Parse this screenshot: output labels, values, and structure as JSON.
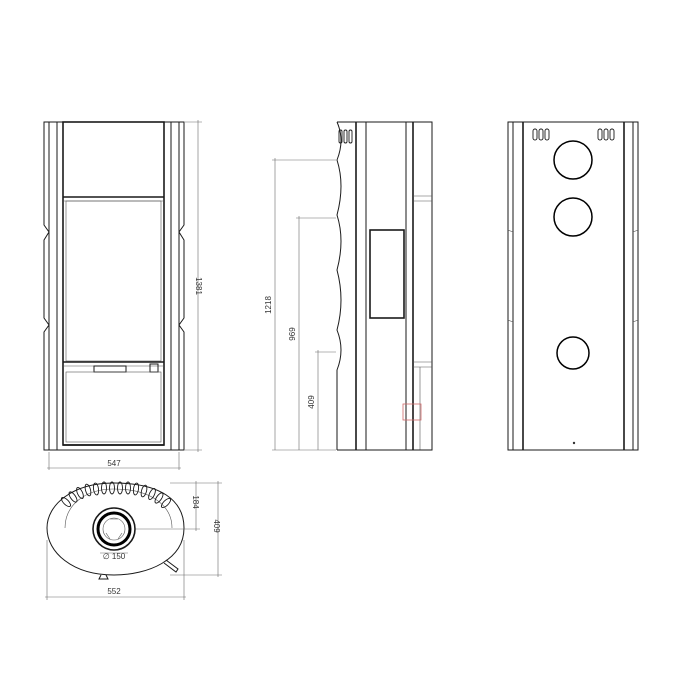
{
  "drawing": {
    "front_width": "547",
    "front_height": "1381",
    "side_dim_1": "1218",
    "side_dim_2": "969",
    "side_dim_3": "409",
    "top_depth_total": "409",
    "top_depth_partial": "184",
    "top_width": "552",
    "flue_diameter": "∅ 150"
  }
}
